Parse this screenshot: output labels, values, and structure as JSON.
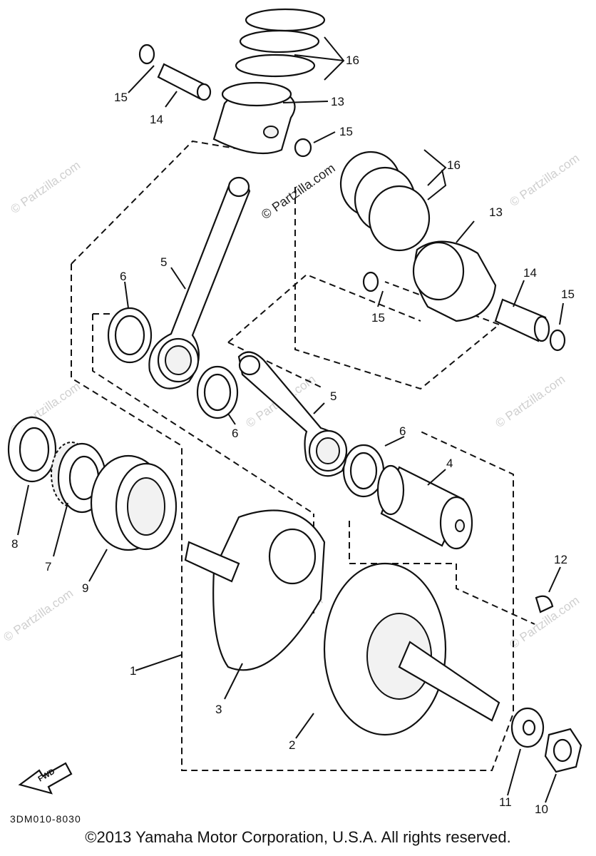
{
  "watermark": "© Partzilla.com",
  "diagram_code": "3DM010-8030",
  "copyright": "©2013 Yamaha Motor Corporation, U.S.A. All rights reserved.",
  "fwd_label": "FWD",
  "callouts": {
    "c1": "1",
    "c2": "2",
    "c3": "3",
    "c4": "4",
    "c5a": "5",
    "c5b": "5",
    "c6a": "6",
    "c6b": "6",
    "c6c": "6",
    "c7": "7",
    "c8": "8",
    "c9": "9",
    "c10": "10",
    "c11": "11",
    "c12": "12",
    "c13a": "13",
    "c13b": "13",
    "c14a": "14",
    "c14b": "14",
    "c15a": "15",
    "c15b": "15",
    "c15c": "15",
    "c15d": "15",
    "c16a": "16",
    "c16b": "16"
  }
}
